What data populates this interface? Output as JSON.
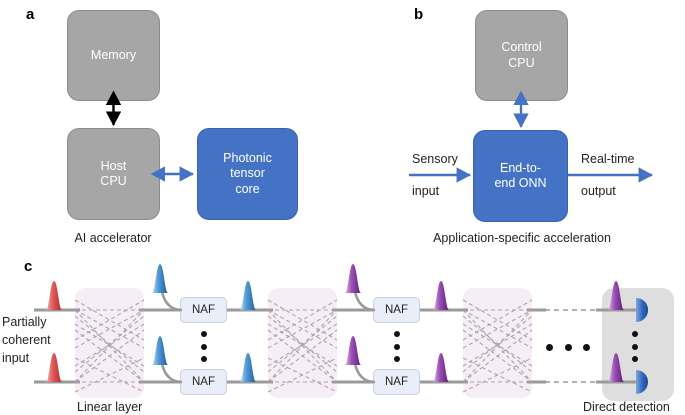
{
  "figure": {
    "panels": [
      {
        "letter": "a",
        "caption": "AI accelerator",
        "boxes": [
          {
            "id": "memory",
            "label": "Memory",
            "color": "#a6a6a6"
          },
          {
            "id": "host_cpu",
            "label": "Host\nCPU",
            "color": "#a6a6a6"
          },
          {
            "id": "ptc",
            "label": "Photonic\ntensor\ncore",
            "color": "#4472c4"
          }
        ],
        "connectors": [
          {
            "id": "memory-host",
            "style": "double-arrow",
            "color": "#000000"
          },
          {
            "id": "host-ptc",
            "style": "double-arrow",
            "color": "#4472c4"
          }
        ]
      },
      {
        "letter": "b",
        "caption": "Application-specific acceleration",
        "boxes": [
          {
            "id": "control_cpu",
            "label": "Control\nCPU",
            "color": "#a6a6a6"
          },
          {
            "id": "onn",
            "label": "End-to-\nend ONN",
            "color": "#4472c4"
          }
        ],
        "connectors": [
          {
            "id": "cpu-onn",
            "style": "double-arrow",
            "color": "#4472c4"
          },
          {
            "id": "in-arrow",
            "style": "arrow",
            "color": "#4472c4"
          },
          {
            "id": "out-arrow",
            "style": "arrow",
            "color": "#4472c4"
          }
        ],
        "io_labels": {
          "input_line1": "Sensory",
          "input_line2": "input",
          "output_line1": "Real-time",
          "output_line2": "output"
        }
      },
      {
        "letter": "c",
        "input_label": "Partially\ncoherent\ninput",
        "linear_layer_label": "Linear layer",
        "detection_label": "Direct detection",
        "naf_label": "NAF",
        "naf_count": 4,
        "linear_layer_count": 3,
        "pulse_colors": {
          "input": "#d94b4b",
          "stage1": "#3a87c8",
          "stage2": "#8e3fa8",
          "detector": "#2b62b5"
        }
      }
    ],
    "colors": {
      "gray_fill": "#a6a6a6",
      "gray_stroke": "#8c8c8c",
      "blue_fill": "#4472c4",
      "blue_stroke": "#3a62ab",
      "naf_fill": "#e9eef8",
      "naf_stroke": "#c7d2e8",
      "linear_layer_fill": "#f7edf6",
      "detect_fill": "#dedede",
      "waveguide": "#9a9a9a",
      "text": "#231f20"
    }
  }
}
